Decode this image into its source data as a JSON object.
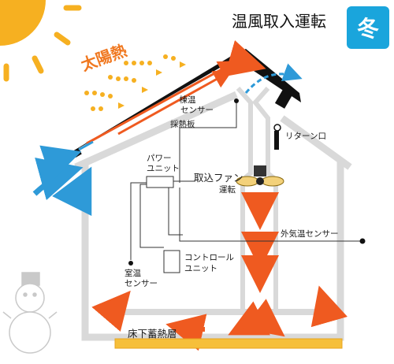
{
  "title": "温風取入運転",
  "season": "冬",
  "solar_heat_label": "太陽熱",
  "labels": {
    "ridge_sensor_line1": "棟温",
    "ridge_sensor_line2": "センサー",
    "collector_plate": "採熱板",
    "return_port": "リターン口",
    "power_unit_line1": "パワー",
    "power_unit_line2": "ユニット",
    "intake_fan": "取込ファン",
    "fan_running": "運転",
    "outdoor_sensor": "外気温センサー",
    "control_unit_line1": "コントロール",
    "control_unit_line2": "ユニット",
    "room_sensor_line1": "室温",
    "room_sensor_line2": "センサー",
    "underfloor_storage": "床下蓄熱層"
  },
  "colors": {
    "season_badge": "#1aa5dc",
    "sun": "#f6b021",
    "warm_arrow": "#ef5a20",
    "cool_arrow": "#2e9ad8",
    "wall": "#d9d9d9",
    "roof": "#111111",
    "storage_layer": "#f6bf3a"
  }
}
